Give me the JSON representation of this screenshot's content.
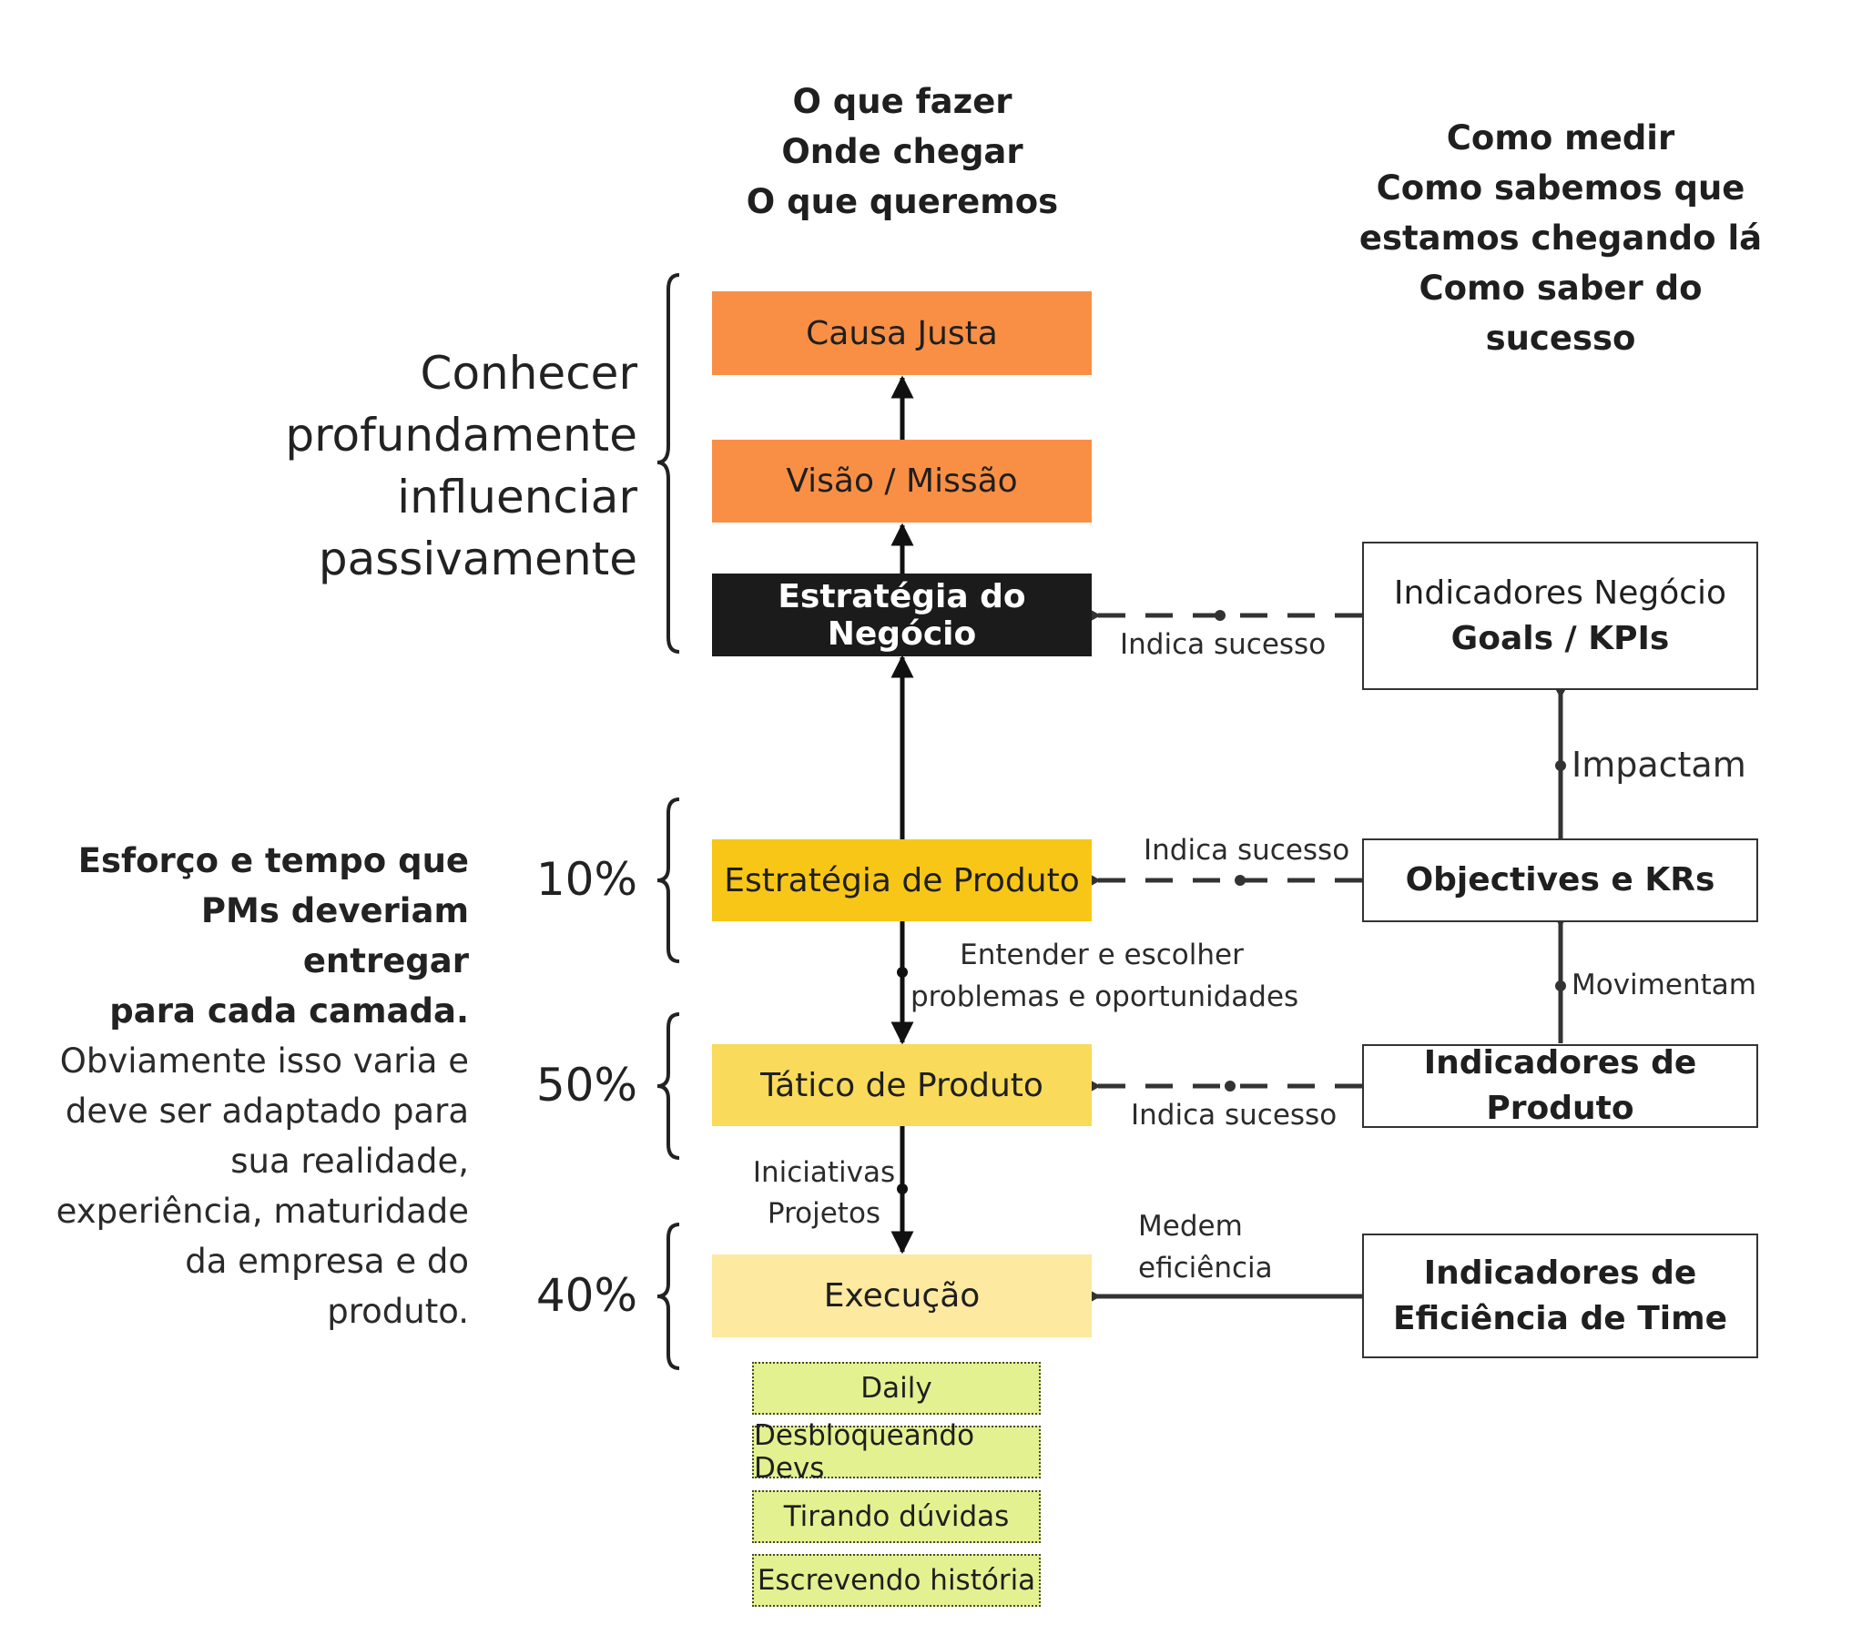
{
  "headings": {
    "what": [
      "O que fazer",
      "Onde chegar",
      "O que queremos"
    ],
    "measure": [
      "Como medir",
      "Como sabemos que",
      "estamos chegando lá",
      "Como saber do sucesso"
    ]
  },
  "left_notes": {
    "top": [
      "Conhecer",
      "profundamente",
      "influenciar",
      "passivamente"
    ],
    "effort": [
      "Esforço e tempo que",
      "PMs deveriam  entregar",
      "para cada camada."
    ],
    "caveat": [
      "Obviamente isso varia e",
      "deve ser adaptado para",
      "sua realidade,",
      "experiência, maturidade",
      "da empresa e do",
      "produto."
    ]
  },
  "layers": {
    "causa": "Causa Justa",
    "visao": "Visão / Missão",
    "estrategia_negocio": "Estratégia do Negócio",
    "estrategia_produto": "Estratégia de Produto",
    "tatico": "Tático de Produto",
    "execucao": "Execução"
  },
  "percentages": {
    "estrategia_produto": "10%",
    "tatico": "50%",
    "execucao": "40%"
  },
  "execution_items": [
    "Daily",
    "Desbloqueando Devs",
    "Tirando dúvidas",
    "Escrevendo história"
  ],
  "indicators": {
    "negocio": {
      "line1": "Indicadores Negócio",
      "line2": "Goals / KPIs"
    },
    "okr": "Objectives e KRs",
    "produto": "Indicadores de Produto",
    "eficiencia": [
      "Indicadores de",
      "Eficiência de Time"
    ]
  },
  "edge_labels": {
    "indica_1": "Indica sucesso",
    "indica_2": "Indica sucesso",
    "indica_3": "Indica sucesso",
    "impactam": "Impactam",
    "movimentam": "Movimentam",
    "entender": [
      "Entender e escolher",
      "problemas e oportunidades"
    ],
    "iniciativas": [
      "Iniciativas",
      "Projetos"
    ],
    "medem": [
      "Medem",
      "eficiência"
    ]
  },
  "colors": {
    "orange": "#f98f45",
    "black": "#1b1b1b",
    "yellow_dark": "#f8c617",
    "yellow_mid": "#f9da5a",
    "yellow_light": "#fde9a0",
    "green_light": "#e3f190"
  }
}
